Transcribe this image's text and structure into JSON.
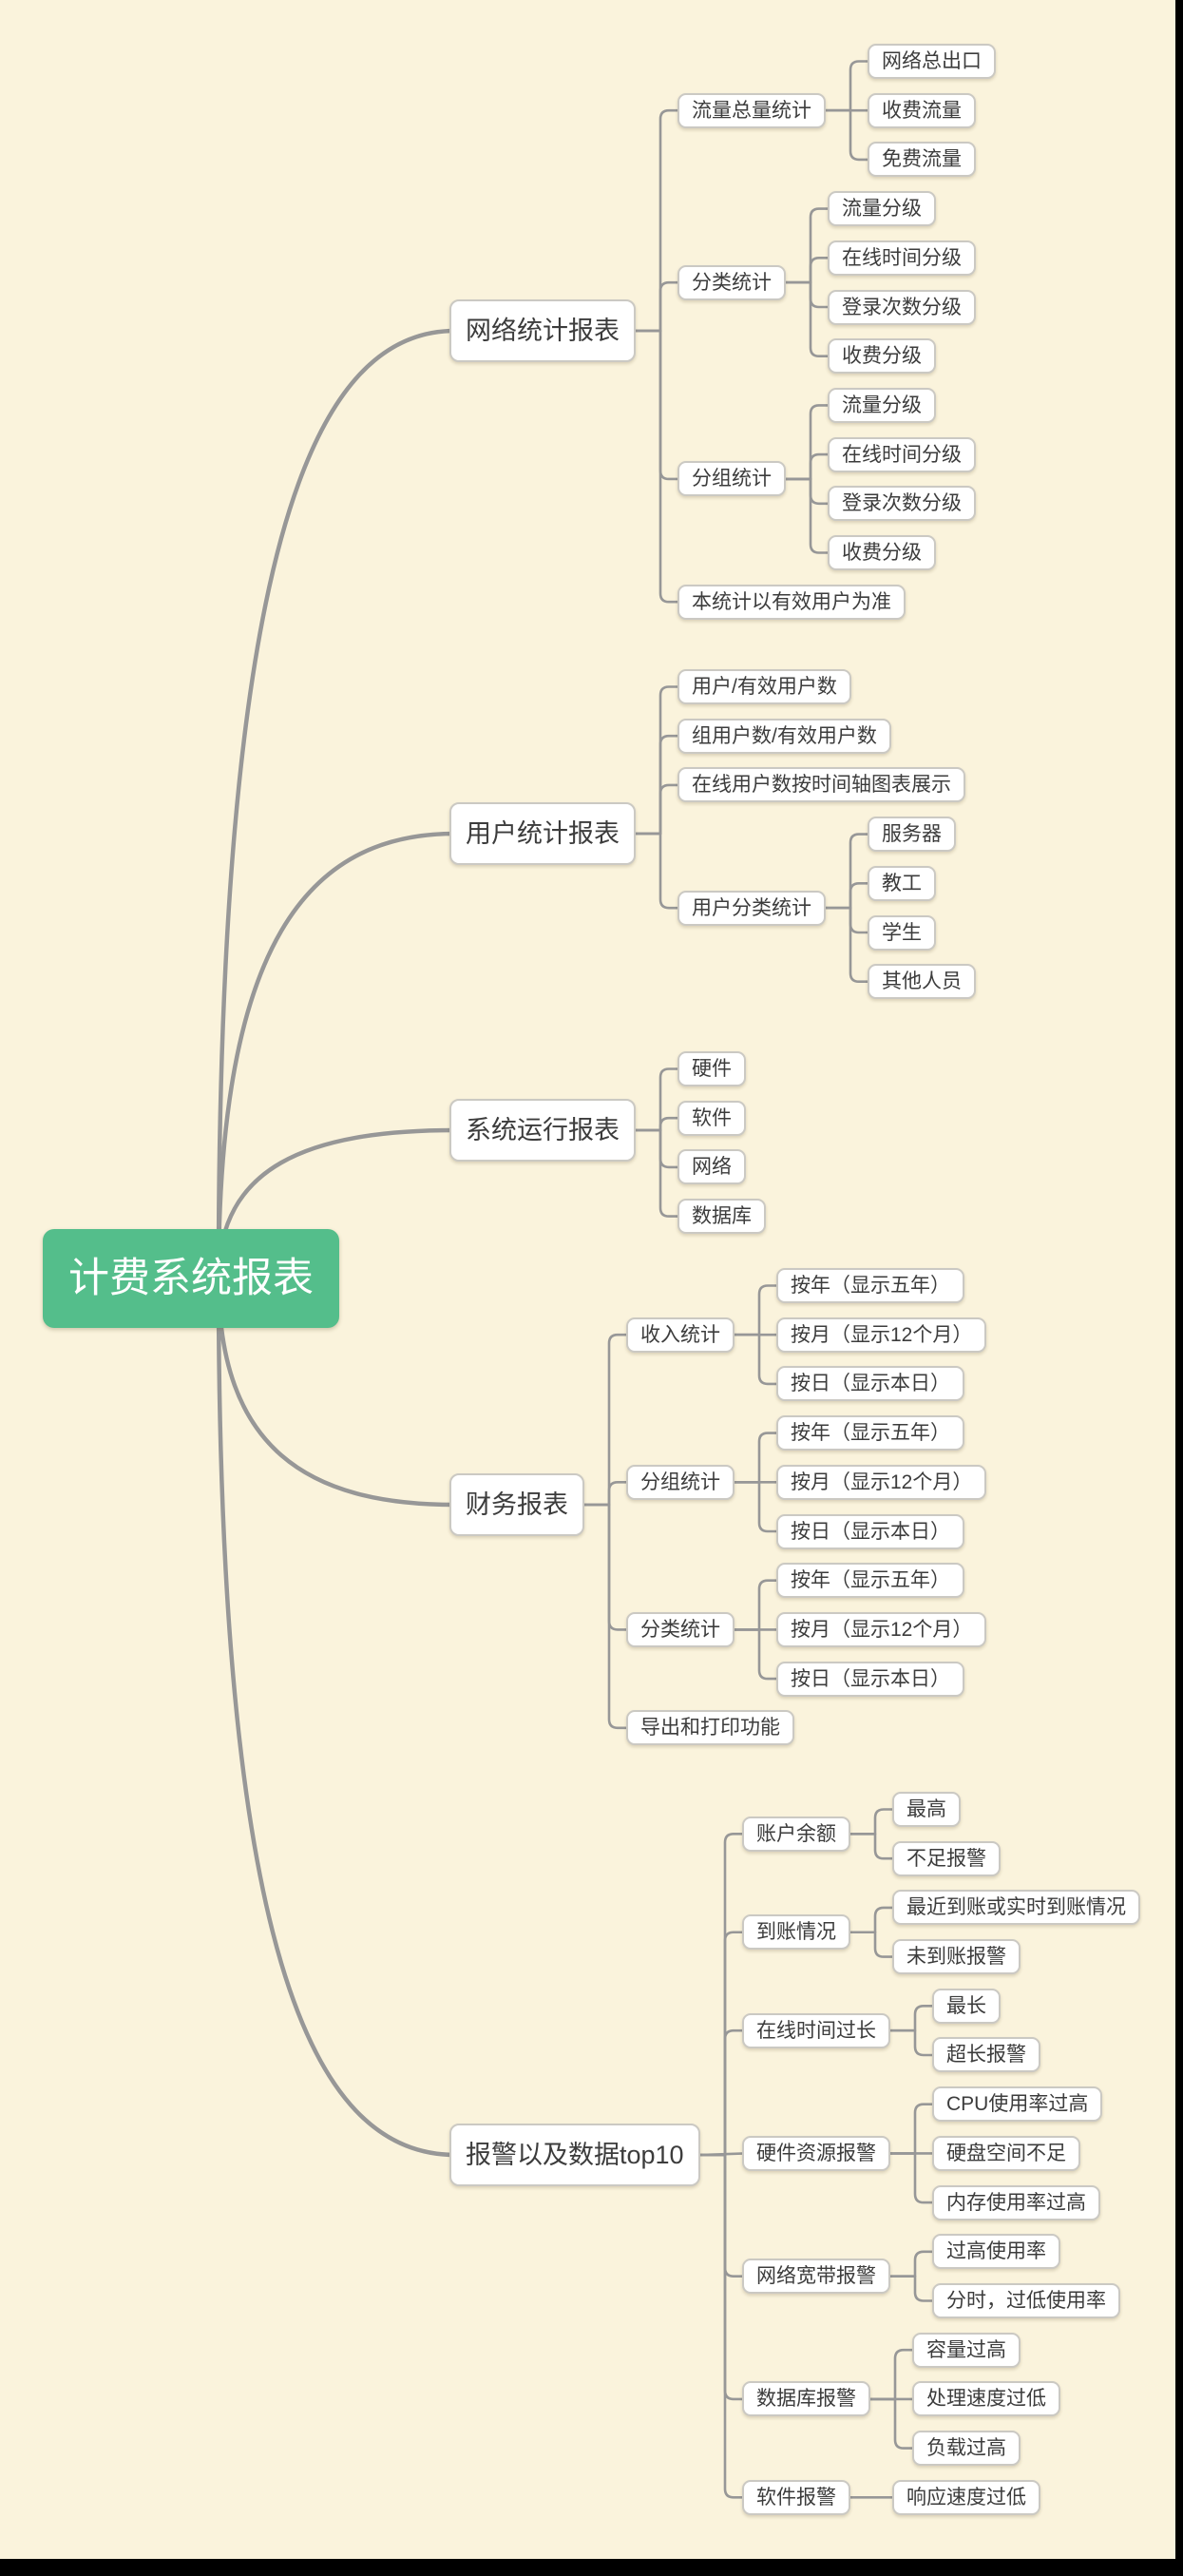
{
  "colors": {
    "background": "#FAF3DC",
    "root_fill": "#54BE8B",
    "root_text": "#FFFFFF",
    "node_fill": "#FFFFFF",
    "node_border": "#CBC9C3",
    "node_text": "#3C3C3C",
    "connector": "#979797",
    "letterbox": "#000000"
  },
  "mindmap": {
    "root": {
      "label": "计费系统报表",
      "children": [
        {
          "label": "网络统计报表",
          "children": [
            {
              "label": "流量总量统计",
              "children": [
                {
                  "label": "网络总出口"
                },
                {
                  "label": "收费流量"
                },
                {
                  "label": "免费流量"
                }
              ]
            },
            {
              "label": "分类统计",
              "children": [
                {
                  "label": "流量分级"
                },
                {
                  "label": "在线时间分级"
                },
                {
                  "label": "登录次数分级"
                },
                {
                  "label": "收费分级"
                }
              ]
            },
            {
              "label": "分组统计",
              "children": [
                {
                  "label": "流量分级"
                },
                {
                  "label": "在线时间分级"
                },
                {
                  "label": "登录次数分级"
                },
                {
                  "label": "收费分级"
                }
              ]
            },
            {
              "label": "本统计以有效用户为准"
            }
          ]
        },
        {
          "label": "用户统计报表",
          "children": [
            {
              "label": "用户/有效用户数"
            },
            {
              "label": "组用户数/有效用户数"
            },
            {
              "label": "在线用户数按时间轴图表展示"
            },
            {
              "label": "用户分类统计",
              "children": [
                {
                  "label": "服务器"
                },
                {
                  "label": "教工"
                },
                {
                  "label": "学生"
                },
                {
                  "label": "其他人员"
                }
              ]
            }
          ]
        },
        {
          "label": "系统运行报表",
          "children": [
            {
              "label": "硬件"
            },
            {
              "label": "软件"
            },
            {
              "label": "网络"
            },
            {
              "label": "数据库"
            }
          ]
        },
        {
          "label": "财务报表",
          "children": [
            {
              "label": "收入统计",
              "children": [
                {
                  "label": "按年（显示五年）"
                },
                {
                  "label": "按月（显示12个月）"
                },
                {
                  "label": "按日（显示本日）"
                }
              ]
            },
            {
              "label": "分组统计",
              "children": [
                {
                  "label": "按年（显示五年）"
                },
                {
                  "label": "按月（显示12个月）"
                },
                {
                  "label": "按日（显示本日）"
                }
              ]
            },
            {
              "label": "分类统计",
              "children": [
                {
                  "label": "按年（显示五年）"
                },
                {
                  "label": "按月（显示12个月）"
                },
                {
                  "label": "按日（显示本日）"
                }
              ]
            },
            {
              "label": "导出和打印功能"
            }
          ]
        },
        {
          "label": "报警以及数据top10",
          "children": [
            {
              "label": "账户余额",
              "children": [
                {
                  "label": "最高"
                },
                {
                  "label": "不足报警"
                }
              ]
            },
            {
              "label": "到账情况",
              "children": [
                {
                  "label": "最近到账或实时到账情况"
                },
                {
                  "label": "未到账报警"
                }
              ]
            },
            {
              "label": "在线时间过长",
              "children": [
                {
                  "label": "最长"
                },
                {
                  "label": "超长报警"
                }
              ]
            },
            {
              "label": "硬件资源报警",
              "children": [
                {
                  "label": "CPU使用率过高"
                },
                {
                  "label": "硬盘空间不足"
                },
                {
                  "label": "内存使用率过高"
                }
              ]
            },
            {
              "label": "网络宽带报警",
              "children": [
                {
                  "label": "过高使用率"
                },
                {
                  "label": "分时，过低使用率"
                }
              ]
            },
            {
              "label": "数据库报警",
              "children": [
                {
                  "label": "容量过高"
                },
                {
                  "label": "处理速度过低"
                },
                {
                  "label": "负载过高"
                }
              ]
            },
            {
              "label": "软件报警",
              "children": [
                {
                  "label": "响应速度过低"
                }
              ]
            }
          ]
        }
      ]
    }
  }
}
